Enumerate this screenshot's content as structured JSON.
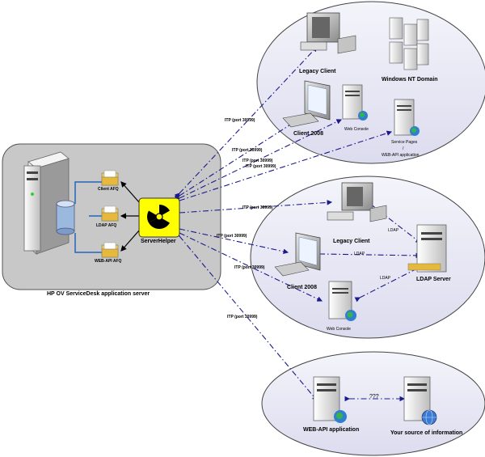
{
  "server": {
    "title": "HP OV ServiceDesk application server",
    "helper": "ServerHelper",
    "queues": {
      "client": "Client AFQ",
      "ldap": "LDAP AFQ",
      "webapi": "WEB-API AFQ"
    }
  },
  "group1": {
    "legacy_client": "Legacy Client",
    "nt_domain": "Windows NT Domain",
    "client2008": "Client 2008",
    "web_console": "Web Console",
    "service_pages_1": "Service Pages",
    "service_pages_2": "/",
    "service_pages_3": "WEB-API application"
  },
  "group2": {
    "legacy_client": "Legacy Client",
    "client2008": "Client 2008",
    "web_console": "Web Console",
    "ldap_server": "LDAP Server"
  },
  "group3": {
    "webapi_app": "WEB-API application",
    "source": "Your source of information",
    "unknown": "???"
  },
  "links": {
    "itp": "ITP (port 30999)",
    "ldap": "LDAP"
  },
  "colors": {
    "line": "#1a1a8c",
    "ellipse_fill": "#eaeaf6",
    "server_box": "#c8c8c8",
    "helper": "#ffff00"
  }
}
